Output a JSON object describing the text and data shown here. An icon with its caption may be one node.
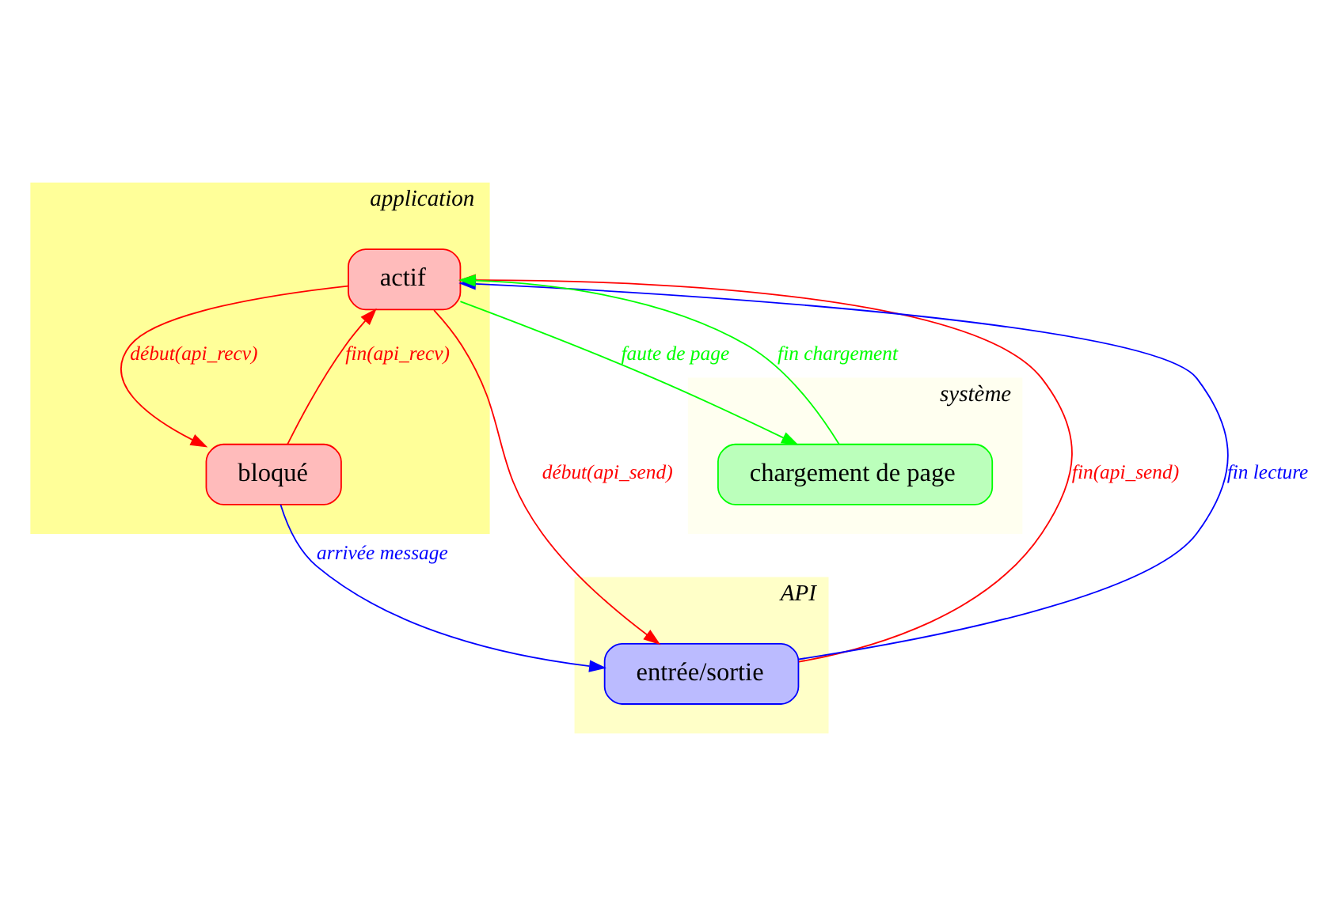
{
  "diagram": {
    "nodes": [
      {
        "text": [
          "application"
        ]
      },
      {
        "text": [
          "actif"
        ],
        "in": 0
      },
      {
        "text": [
          "bloqué"
        ],
        "in": 0
      },
      {
        "text": [
          "API"
        ]
      },
      {
        "text": [
          "entrée/sortie"
        ],
        "in": 3
      },
      {
        "text": [
          "système"
        ]
      },
      {
        "text": [
          "chargement de page"
        ],
        "in": 5
      }
    ],
    "edges": [
      {
        "from": 1,
        "to": 2,
        "arrow": "to",
        "label": "début(api_recv)",
        "color": "#ff0000"
      },
      {
        "from": 1,
        "to": 4,
        "arrow": "to",
        "label": "début(api_send)",
        "color": "#ff0000"
      },
      {
        "from": 4,
        "to": 1,
        "arrow": "to",
        "label": "fin(api_send)",
        "color": "#ff0000"
      },
      {
        "from": 4,
        "to": 1,
        "arrow": "to",
        "label": "fin lecture",
        "color": "#0000ff"
      },
      {
        "from": 2,
        "to": 4,
        "arrow": "to",
        "label": "arrivée message",
        "color": "#0000ff"
      },
      {
        "from": 2,
        "to": 1,
        "arrow": "to",
        "label": "fin(api_recv)",
        "color": "#ff0000"
      },
      {
        "from": 1,
        "to": 6,
        "arrow": "to",
        "label": "faute de page",
        "color": "#00ff00"
      },
      {
        "from": 6,
        "to": 1,
        "arrow": "to",
        "label": "fin chargement",
        "color": "#00ff00"
      }
    ]
  }
}
